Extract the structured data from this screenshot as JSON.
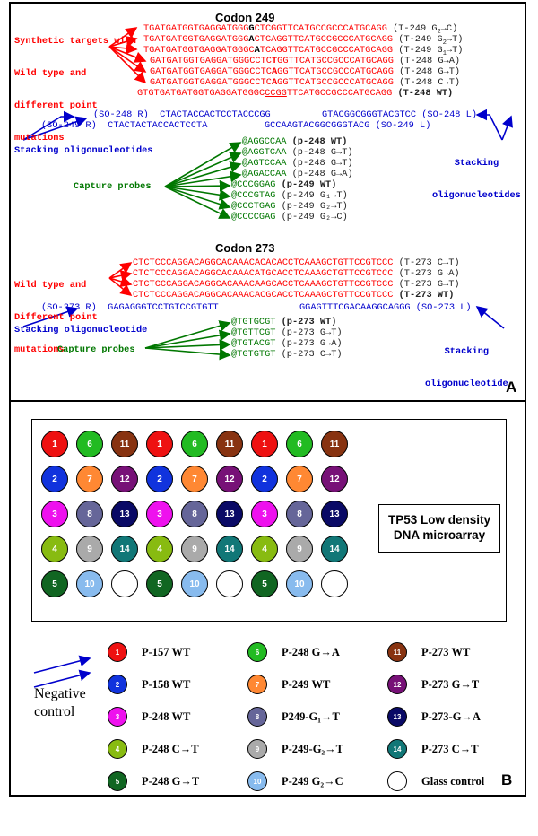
{
  "panel_a": {
    "letter": "A",
    "codon249": {
      "title": "Codon 249",
      "label": [
        "Synthetic targets with",
        "Wild type and",
        "different point",
        "mutations"
      ],
      "targets": [
        {
          "pre": "TGATGATGGTGAGGATGGG",
          "mut": "G",
          "post": "CTCGGTTCATGCCGCCCATGCAGG",
          "name": "(T-249 G",
          "tail": "→C)",
          "sub": "2",
          "bold": false
        },
        {
          "pre": "TGATGATGGTGAGGATGGG",
          "mut": "A",
          "post": "CTCAGGTTCATGCCGCCCATGCAGG",
          "name": "(T-249 G",
          "tail": "→T)",
          "sub": "2",
          "bold": false
        },
        {
          "pre": "TGATGATGGTGAGGATGGGC",
          "mut": "A",
          "post": "TCAGGTTCATGCCGCCCATGCAGG",
          "name": "(T-249 G",
          "tail": "→T)",
          "sub": "1",
          "bold": false
        },
        {
          "pre": "GATGATGGTGAGGATGGGCCTC",
          "mut": "T",
          "post": "GGTTCATGCCGCCCATGCAGG",
          "name": "(T-248 G",
          "tail": "→A)",
          "sub": "",
          "bold": false
        },
        {
          "pre": "GATGATGGTGAGGATGGGCCTC",
          "mut": "A",
          "post": "GGTTCATGCCGCCCATGCAGG",
          "name": "(T-248 G",
          "tail": "→T)",
          "sub": "",
          "bold": false
        },
        {
          "pre": "GATGATGGTGAGGATGGGCCTC",
          "mut": "A",
          "post": "GGTTCATGCCGCCCATGCAGG",
          "name": "(T-248 C",
          "tail": "→T)",
          "sub": "",
          "bold": false
        },
        {
          "pre": "GTGTGATGATGGTGAGGATGGGC",
          "mut": "CCGG",
          "post": "TTCATGCCGCCCATGCAGG",
          "name": "(T-248 WT)",
          "tail": "",
          "sub": "",
          "bold": true
        }
      ],
      "stack_left": {
        "r1": "(SO-248 R)  CTACTACCACTCCTACCCGG",
        "r2": "(SO-249 R)  CTACTACTACCACTCCTA"
      },
      "stack_right": {
        "r1": "GTACGGCGGGTACGTCC (SO-248 L)",
        "r2": "GCCAAGTACGGCGGGTACG (SO-249 L)"
      },
      "stacking_label_left": "Stacking oligonucleotides",
      "stacking_label_right": [
        "Stacking",
        "oligonucleotides"
      ],
      "capture_label": "Capture probes",
      "probes": [
        {
          "seq": "@AGGCCAA",
          "name": "(p-248 WT)",
          "bold": true
        },
        {
          "seq": "@AGGTCAA",
          "name": "(p-248 G→T)",
          "bold": false
        },
        {
          "seq": "@AGTCCAA",
          "name": "(p-248 G→T)",
          "bold": false
        },
        {
          "seq": "@AGACCAA",
          "name": "(p-248 G→A)",
          "bold": false
        },
        {
          "seq": "@CCCGGAG",
          "name": "(p-249 WT)",
          "bold": true
        },
        {
          "seq": "@CCCGTAG",
          "name": "(p-249 G₁→T)",
          "bold": false
        },
        {
          "seq": "@CCCTGAG",
          "name": "(p-249 G₂→T)",
          "bold": false
        },
        {
          "seq": "@CCCCGAG",
          "name": "(p-249 G₂→C)",
          "bold": false
        }
      ]
    },
    "codon273": {
      "title": "Codon 273",
      "label": [
        "Wild type and",
        "Different point",
        "mutations"
      ],
      "targets": [
        {
          "seq": "CTCTCCCAGGACAGGCACAAACACACACCTCAAAGCTGTTCCGTCCC",
          "name": "(T-273 C→T)",
          "bold": false
        },
        {
          "seq": "CTCTCCCAGGACAGGCACAAACATGCACCTCAAAGCTGTTCCGTCCC",
          "name": "(T-273 G→A)",
          "bold": false
        },
        {
          "seq": "CTCTCCCAGGACAGGCACAAACAAGCACCTCAAAGCTGTTCCGTCCC",
          "name": "(T-273 G→T)",
          "bold": false
        },
        {
          "seq": "CTCTCCCAGGACAGGCACAAACACGCACCTCAAAGCTGTTCCGTCCC",
          "name": "(T-273 WT)",
          "bold": true
        }
      ],
      "stack_left": "(SO-273 R)  GAGAGGGTCCTGTCCGTGTT",
      "stack_right": "GGAGTTTCGACAAGGCAGGG (SO-273 L)",
      "stacking_label_left": "Stacking oligonucleotide",
      "stacking_label_right": [
        "Stacking",
        "oligonucleotide"
      ],
      "capture_label": "Capture probes",
      "probes": [
        {
          "seq": "@TGTGCGT",
          "name": "(p-273 WT)",
          "bold": true
        },
        {
          "seq": "@TGTTCGT",
          "name": "(p-273 G→T)",
          "bold": false
        },
        {
          "seq": "@TGTACGT",
          "name": "(p-273 G→A)",
          "bold": false
        },
        {
          "seq": "@TGTGTGT",
          "name": "(p-273 C→T)",
          "bold": false
        }
      ]
    }
  },
  "panel_b": {
    "letter": "B",
    "chip_title": [
      "TP53  Low density",
      "DNA microarray"
    ],
    "colors": {
      "1": "#ee1111",
      "2": "#1133dd",
      "3": "#ee11ee",
      "4": "#88bb11",
      "5": "#116622",
      "6": "#22bb22",
      "7": "#ff8833",
      "8": "#666699",
      "9": "#aaaaaa",
      "10": "#88bbee",
      "11": "#883311",
      "12": "#771177",
      "13": "#0a0a66",
      "14": "#117777",
      "0": "#ffffff"
    },
    "grid": [
      [
        "1",
        "6",
        "11",
        "1",
        "6",
        "11",
        "1",
        "6",
        "11"
      ],
      [
        "2",
        "7",
        "12",
        "2",
        "7",
        "12",
        "2",
        "7",
        "12"
      ],
      [
        "3",
        "8",
        "13",
        "3",
        "8",
        "13",
        "3",
        "8",
        "13"
      ],
      [
        "4",
        "9",
        "14",
        "4",
        "9",
        "14",
        "4",
        "9",
        "14"
      ],
      [
        "5",
        "10",
        "0",
        "5",
        "10",
        "0",
        "5",
        "10",
        "0"
      ]
    ],
    "negative_label": [
      "Negative",
      "control"
    ],
    "legend": [
      {
        "id": "1",
        "label": "P-157 WT"
      },
      {
        "id": "6",
        "label": "P-248 G→A"
      },
      {
        "id": "11",
        "label": "P-273 WT"
      },
      {
        "id": "2",
        "label": "P-158 WT"
      },
      {
        "id": "7",
        "label": "P-249 WT"
      },
      {
        "id": "12",
        "label": "P-273 G→T"
      },
      {
        "id": "3",
        "label": "P-248 WT"
      },
      {
        "id": "8",
        "label": "P249-G₁→T"
      },
      {
        "id": "13",
        "label": "P-273-G→A"
      },
      {
        "id": "4",
        "label": "P-248 C→T"
      },
      {
        "id": "9",
        "label": "P-249-G₂→T"
      },
      {
        "id": "14",
        "label": "P-273 C→T"
      },
      {
        "id": "5",
        "label": "P-248 G→T"
      },
      {
        "id": "10",
        "label": "P-249 G₂→C"
      },
      {
        "id": "0",
        "label": "Glass control"
      }
    ]
  }
}
